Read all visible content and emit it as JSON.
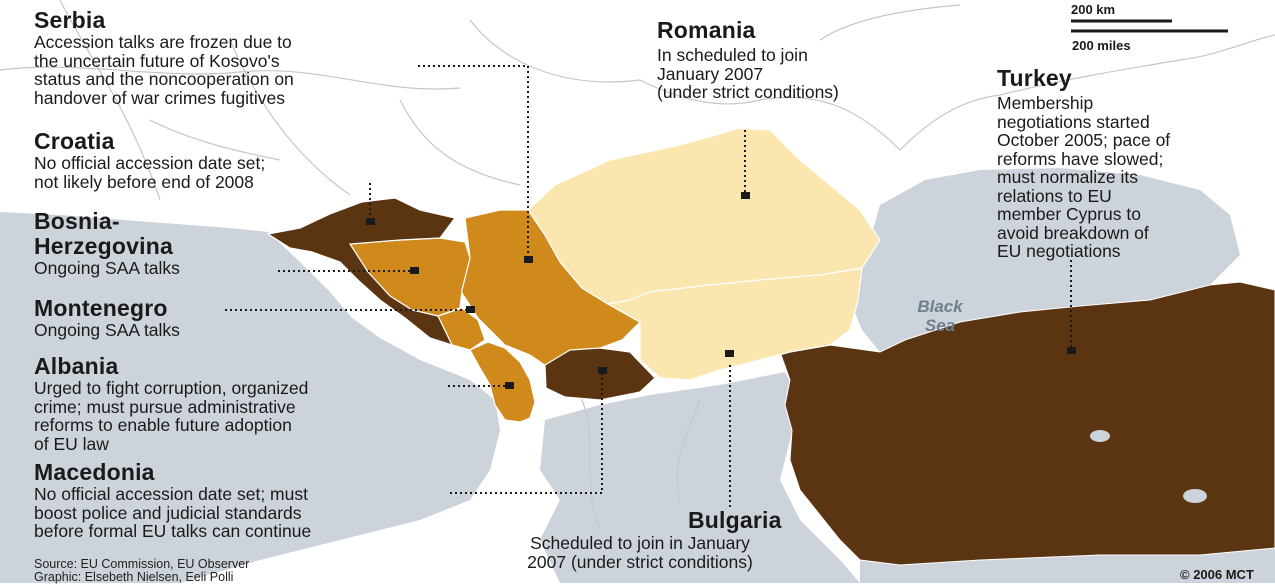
{
  "scale": {
    "km": "200 km",
    "miles": "200 miles"
  },
  "sea_label": "Black\nSea",
  "countries": {
    "serbia": {
      "name": "Serbia",
      "text": "Accession talks are frozen due to\nthe uncertain future of Kosovo's\nstatus and the noncooperation on\nhandover of war crimes fugitives"
    },
    "croatia": {
      "name": "Croatia",
      "text": "No official accession date set;\nnot likely before end of 2008"
    },
    "bosnia": {
      "name": "Bosnia-\nHerzegovina",
      "text": "Ongoing SAA talks"
    },
    "montenegro": {
      "name": "Montenegro",
      "text": "Ongoing SAA talks"
    },
    "albania": {
      "name": "Albania",
      "text": "Urged to fight corruption, organized\ncrime; must pursue administrative\nreforms to enable future adoption\nof EU law"
    },
    "macedonia": {
      "name": "Macedonia",
      "text": "No official accession date set; must\nboost police and judicial standards\nbefore formal EU talks can continue"
    },
    "romania": {
      "name": "Romania",
      "text": "In scheduled to join\nJanuary 2007\n(under strict conditions)"
    },
    "turkey": {
      "name": "Turkey",
      "text": "Membership\nnegotiations started\nOctober 2005; pace of\nreforms have slowed;\nmust normalize its\nrelations to EU\nmember Cyprus to\navoid breakdown of\nEU negotiations"
    },
    "bulgaria": {
      "name": "Bulgaria",
      "text": "Scheduled to join in January\n2007 (under strict conditions)"
    }
  },
  "source": "Source: EU Commission, EU Observer\nGraphic: Elsebeth Nielsen, Eeli Polli",
  "copyright": "© 2006 MCT",
  "colors": {
    "sea": "#cdd3da",
    "land": "#ffffff",
    "border": "#b9bec4",
    "candidate_dark": "#5b3411",
    "candidate_mid": "#d08a1c",
    "acceding_light": "#fbe6b0",
    "leader": "#1a1a1a"
  }
}
